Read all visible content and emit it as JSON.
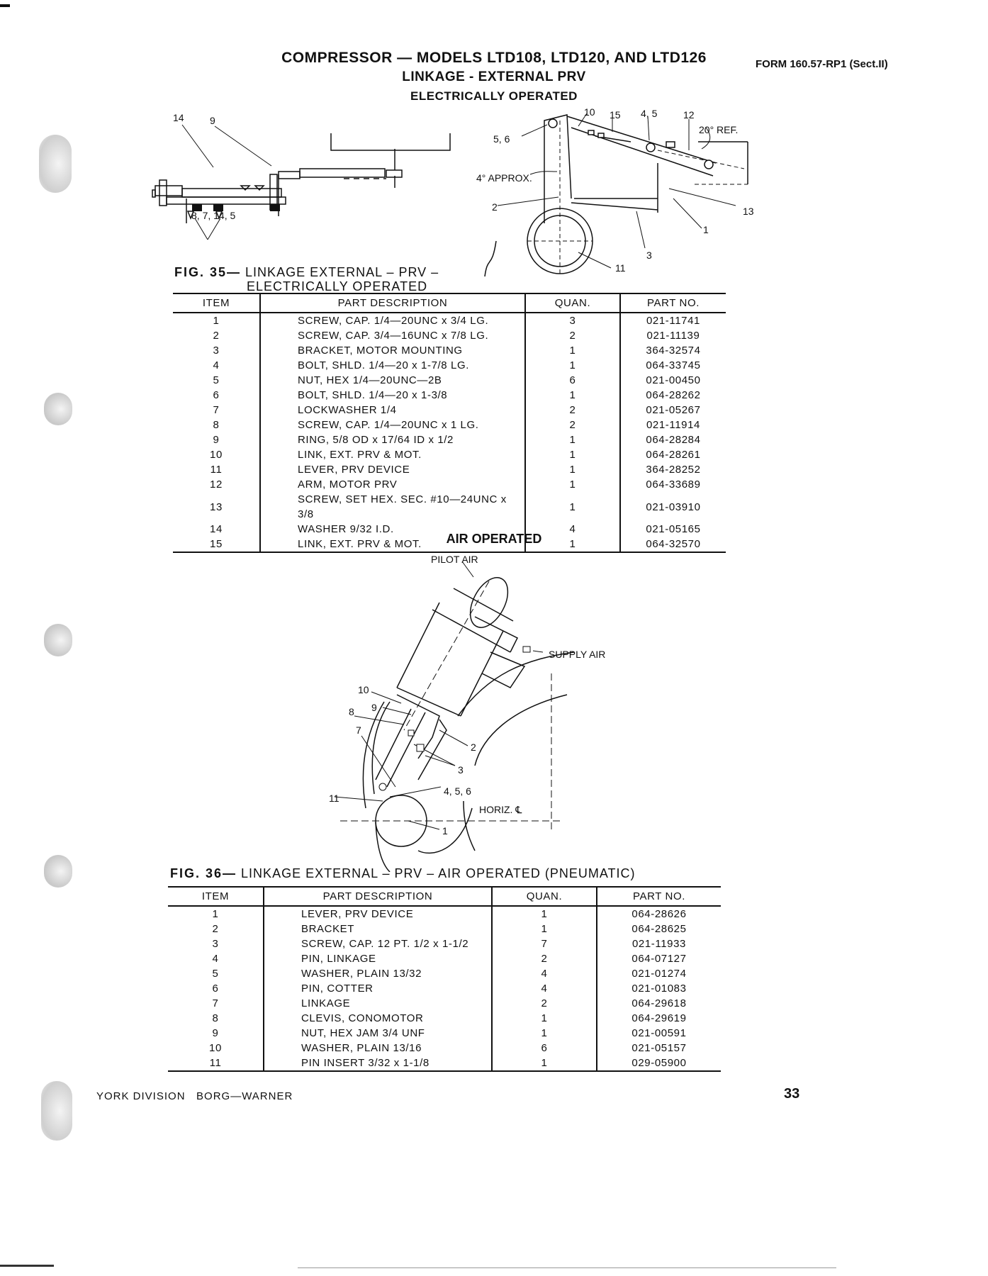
{
  "header": {
    "title_line1": "COMPRESSOR — MODELS LTD108, LTD120, AND LTD126",
    "title_line2": "LINKAGE - EXTERNAL PRV",
    "title_line3": "ELECTRICALLY OPERATED",
    "form_number": "FORM 160.57-RP1 (Sect.II)"
  },
  "fig35": {
    "fig_label": "FIG. 35—",
    "caption_line1": "LINKAGE EXTERNAL – PRV –",
    "caption_line2": "ELECTRICALLY OPERATED",
    "callouts": {
      "c14": "14",
      "c9": "9",
      "c8_7_14_5": "8, 7, 14, 5",
      "c10": "10",
      "c15": "15",
      "c4_5": "4, 5",
      "c12": "12",
      "c20ref": "20° REF.",
      "c5_6": "5, 6",
      "c4approx": "4° APPROX.",
      "c2": "2",
      "c13": "13",
      "c1": "1",
      "c3": "3",
      "c11": "11"
    },
    "table": {
      "headers": [
        "ITEM",
        "PART DESCRIPTION",
        "QUAN.",
        "PART NO."
      ],
      "rows": [
        [
          "1",
          "SCREW, CAP. 1/4—20UNC x 3/4 LG.",
          "3",
          "021-11741"
        ],
        [
          "2",
          "SCREW, CAP. 3/4—16UNC x 7/8 LG.",
          "2",
          "021-11139"
        ],
        [
          "3",
          "BRACKET, MOTOR MOUNTING",
          "1",
          "364-32574"
        ],
        [
          "4",
          "BOLT, SHLD. 1/4—20 x 1-7/8 LG.",
          "1",
          "064-33745"
        ],
        [
          "5",
          "NUT, HEX 1/4—20UNC—2B",
          "6",
          "021-00450"
        ],
        [
          "6",
          "BOLT, SHLD. 1/4—20 x 1-3/8",
          "1",
          "064-28262"
        ],
        [
          "7",
          "LOCKWASHER 1/4",
          "2",
          "021-05267"
        ],
        [
          "8",
          "SCREW, CAP. 1/4—20UNC x 1 LG.",
          "2",
          "021-11914"
        ],
        [
          "9",
          "RING, 5/8 OD x 17/64 ID x 1/2",
          "1",
          "064-28284"
        ],
        [
          "10",
          "LINK, EXT. PRV & MOT.",
          "1",
          "064-28261"
        ],
        [
          "11",
          "LEVER, PRV DEVICE",
          "1",
          "364-28252"
        ],
        [
          "12",
          "ARM, MOTOR PRV",
          "1",
          "064-33689"
        ],
        [
          "13",
          "SCREW, SET HEX. SEC. #10—24UNC x 3/8",
          "1",
          "021-03910"
        ],
        [
          "14",
          "WASHER 9/32 I.D.",
          "4",
          "021-05165"
        ],
        [
          "15",
          "LINK, EXT. PRV & MOT.",
          "1",
          "064-32570"
        ]
      ]
    }
  },
  "fig36": {
    "section_title": "AIR OPERATED",
    "fig_label": "FIG. 36—",
    "caption": "LINKAGE EXTERNAL – PRV – AIR OPERATED (PNEUMATIC)",
    "callouts": {
      "pilot_air": "PILOT AIR",
      "supply_air": "SUPPLY AIR",
      "c10": "10",
      "c9": "9",
      "c8": "8",
      "c7": "7",
      "c2": "2",
      "c3": "3",
      "c4_5_6": "4, 5, 6",
      "c11": "11",
      "c1": "1",
      "horiz": "HORIZ. ℄"
    },
    "table": {
      "headers": [
        "ITEM",
        "PART DESCRIPTION",
        "QUAN.",
        "PART NO."
      ],
      "rows": [
        [
          "1",
          "LEVER, PRV DEVICE",
          "1",
          "064-28626"
        ],
        [
          "2",
          "BRACKET",
          "1",
          "064-28625"
        ],
        [
          "3",
          "SCREW, CAP. 12 PT. 1/2 x 1-1/2",
          "7",
          "021-11933"
        ],
        [
          "4",
          "PIN, LINKAGE",
          "2",
          "064-07127"
        ],
        [
          "5",
          "WASHER, PLAIN 13/32",
          "4",
          "021-01274"
        ],
        [
          "6",
          "PIN, COTTER",
          "4",
          "021-01083"
        ],
        [
          "7",
          "LINKAGE",
          "2",
          "064-29618"
        ],
        [
          "8",
          "CLEVIS, CONOMOTOR",
          "1",
          "064-29619"
        ],
        [
          "9",
          "NUT, HEX JAM 3/4 UNF",
          "1",
          "021-00591"
        ],
        [
          "10",
          "WASHER, PLAIN 13/16",
          "6",
          "021-05157"
        ],
        [
          "11",
          "PIN INSERT 3/32 x 1-1/8",
          "1",
          "029-05900"
        ]
      ]
    }
  },
  "footer": {
    "left": "YORK DIVISION   BORG—WARNER",
    "page_number": "33"
  }
}
